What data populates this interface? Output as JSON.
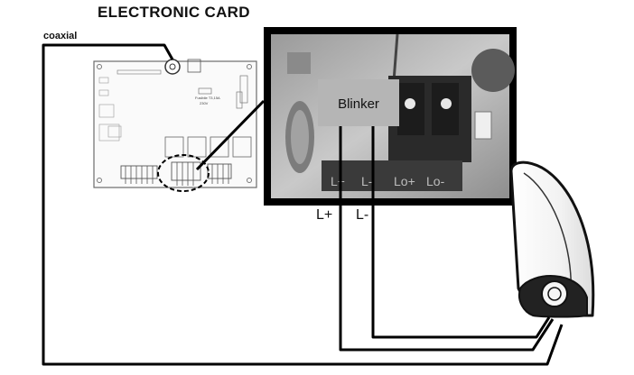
{
  "diagram": {
    "title": "ELECTRONIC CARD",
    "coax_label": "coaxial",
    "photo": {
      "blinker_label": "Blinker",
      "terminal_labels": [
        "L+",
        "L-",
        "Lo+",
        "Lo-"
      ]
    },
    "wire_labels": {
      "l_plus": "L+",
      "l_minus": "L-"
    },
    "board": {
      "silk_texts": [
        "Fusibile T3,15A",
        "230V"
      ]
    }
  },
  "colors": {
    "wire": "#000000",
    "photo_frame": "#000000",
    "blinker_box": "#b5b5b5",
    "connector": "#2a2a2a",
    "board_outline": "#6b6b6b"
  }
}
